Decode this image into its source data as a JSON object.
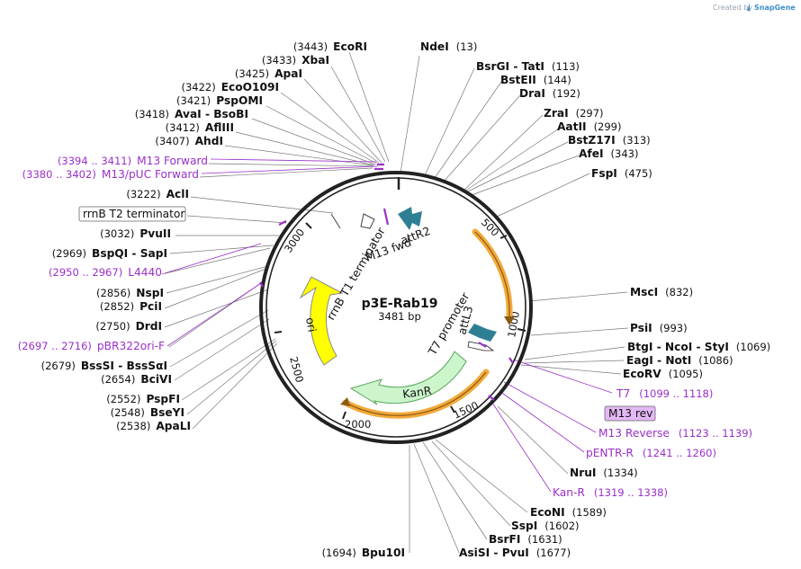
{
  "header": {
    "created_by": "Created by",
    "brand": "SnapGene",
    "brand_icon": "snapgene-logo-icon"
  },
  "plasmid": {
    "name": "p3E-Rab19",
    "length_label": "3481 bp",
    "length": 3481
  },
  "tick_labels": [
    "500",
    "1000",
    "1500",
    "2000",
    "2500",
    "3000"
  ],
  "enzymes": [
    {
      "name": "EcoRI",
      "pos": "(3443)"
    },
    {
      "name": "XbaI",
      "pos": "(3433)"
    },
    {
      "name": "ApaI",
      "pos": "(3425)"
    },
    {
      "name": "EcoO109I",
      "pos": "(3422)"
    },
    {
      "name": "PspOMI",
      "pos": "(3421)"
    },
    {
      "name": "AvaI - BsoBI",
      "pos": "(3418)"
    },
    {
      "name": "AflIII",
      "pos": "(3412)"
    },
    {
      "name": "AhdI",
      "pos": "(3407)"
    },
    {
      "name": "AclI",
      "pos": "(3222)"
    },
    {
      "name": "PvuII",
      "pos": "(3032)"
    },
    {
      "name": "BspQI - SapI",
      "pos": "(2969)"
    },
    {
      "name": "NspI",
      "pos": "(2856)"
    },
    {
      "name": "PciI",
      "pos": "(2852)"
    },
    {
      "name": "DrdI",
      "pos": "(2750)"
    },
    {
      "name": "BssSI - BssSαI",
      "pos": "(2679)"
    },
    {
      "name": "BciVI",
      "pos": "(2654)"
    },
    {
      "name": "PspFI",
      "pos": "(2552)"
    },
    {
      "name": "BseYI",
      "pos": "(2548)"
    },
    {
      "name": "ApaLI",
      "pos": "(2538)"
    },
    {
      "name": "NdeI",
      "pos": "(13)"
    },
    {
      "name": "BsrGI - TatI",
      "pos": "(113)"
    },
    {
      "name": "BstEII",
      "pos": "(144)"
    },
    {
      "name": "DraI",
      "pos": "(192)"
    },
    {
      "name": "ZraI",
      "pos": "(297)"
    },
    {
      "name": "AatII",
      "pos": "(299)"
    },
    {
      "name": "BstZ17I",
      "pos": "(313)"
    },
    {
      "name": "AfeI",
      "pos": "(343)"
    },
    {
      "name": "FspI",
      "pos": "(475)"
    },
    {
      "name": "MscI",
      "pos": "(832)"
    },
    {
      "name": "PsiI",
      "pos": "(993)"
    },
    {
      "name": "BtgI - NcoI - StyI",
      "pos": "(1069)"
    },
    {
      "name": "EagI - NotI",
      "pos": "(1086)"
    },
    {
      "name": "EcoRV",
      "pos": "(1095)"
    },
    {
      "name": "NruI",
      "pos": "(1334)"
    },
    {
      "name": "EcoNI",
      "pos": "(1589)"
    },
    {
      "name": "SspI",
      "pos": "(1602)"
    },
    {
      "name": "BsrFI",
      "pos": "(1631)"
    },
    {
      "name": "AsiSI - PvuI",
      "pos": "(1677)"
    },
    {
      "name": "Bpu10I",
      "pos": "(1694)"
    }
  ],
  "primers": [
    {
      "range": "(3394 .. 3411)",
      "name": "M13 Forward"
    },
    {
      "range": "(3380 .. 3402)",
      "name": "M13/pUC Forward"
    },
    {
      "range": "(2950 .. 2967)",
      "name": "L4440"
    },
    {
      "range": "(2697 .. 2716)",
      "name": "pBR322ori-F"
    },
    {
      "name": "T7",
      "range": "(1099 .. 1118)"
    },
    {
      "name": "M13 Reverse",
      "range": "(1123 .. 1139)"
    },
    {
      "name": "pENTR-R",
      "range": "(1241 .. 1260)"
    },
    {
      "name": "Kan-R",
      "range": "(1319 .. 1338)"
    }
  ],
  "boxed_features": {
    "rrnb_t2": "rrnB T2 terminator",
    "m13_rev": "M13 rev"
  },
  "map_features": {
    "rrnb_t1": "rrnB T1 terminator",
    "m13_fwd": "M13 fwd",
    "attr2": "attR2",
    "t7_promoter": "T7 promoter",
    "attl3": "attL3",
    "ori": "ori",
    "kanr": "KanR"
  },
  "colors": {
    "primer": "#9b2fc9",
    "attr_teal": "#2e7f93",
    "kanr_fill": "#ccf5cc",
    "ori_fill": "#ffff00",
    "orf_orange": "#f2a93b",
    "m13rev_box": "#e3b8f5"
  }
}
